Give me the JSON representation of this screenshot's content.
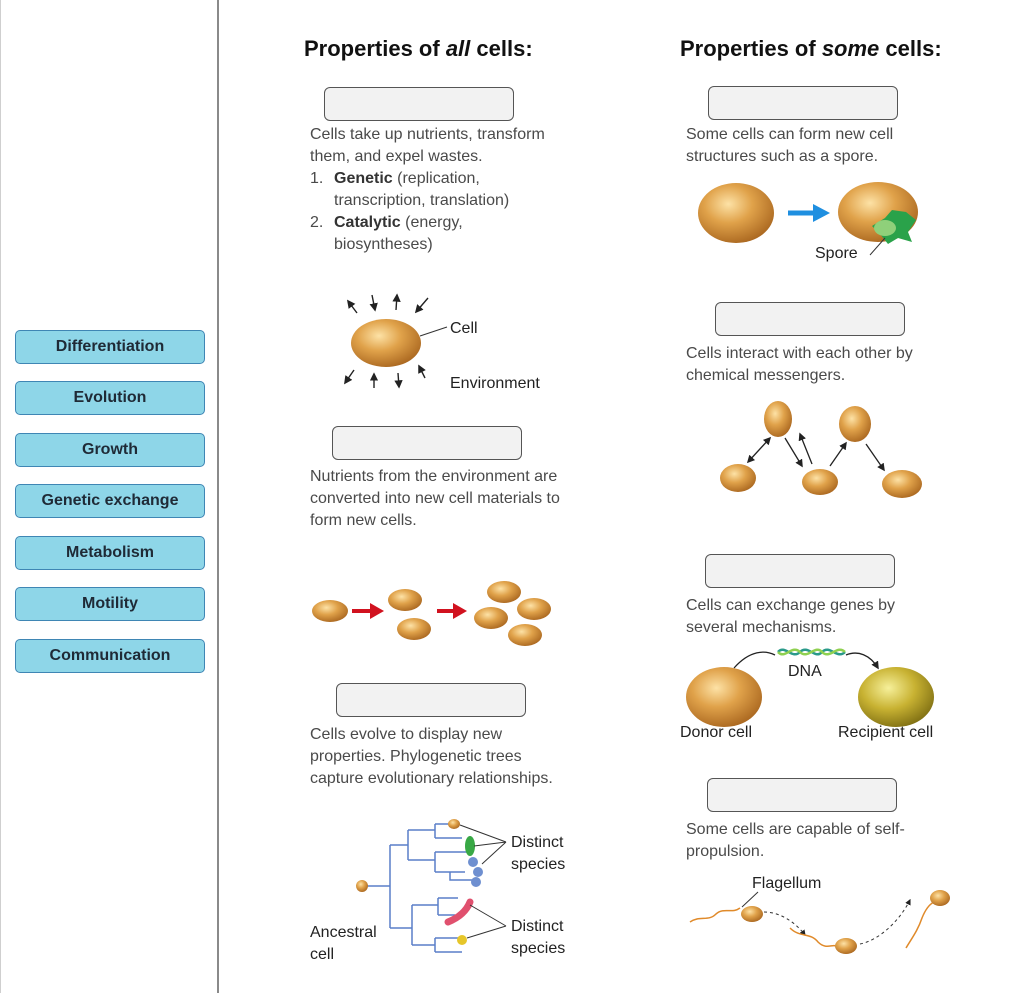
{
  "choices": [
    "Differentiation",
    "Evolution",
    "Growth",
    "Genetic exchange",
    "Metabolism",
    "Motility",
    "Communication"
  ],
  "headings": {
    "all_pre": "Properties of ",
    "all_em": "all",
    "all_post": " cells:",
    "some_pre": "Properties of ",
    "some_em": "some",
    "some_post": " cells:"
  },
  "all_cells": {
    "metabolism": {
      "text": "Cells take up nutrients, transform them, and expel wastes.",
      "item1_num": "1.",
      "item1_bold": "Genetic",
      "item1_rest": " (replication, transcription, translation)",
      "item2_num": "2.",
      "item2_bold": "Catalytic",
      "item2_rest": " (energy, biosyntheses)",
      "label_cell": "Cell",
      "label_environment": "Environment"
    },
    "growth": {
      "text": "Nutrients from the environment are converted into new cell materials to form new cells."
    },
    "evolution": {
      "text": "Cells evolve to display new properties. Phylogenetic trees capture evolutionary relationships.",
      "label_distinct_1": "Distinct species",
      "label_distinct_2": "Distinct species",
      "label_ancestral": "Ancestral cell"
    }
  },
  "some_cells": {
    "differentiation": {
      "text": "Some cells can form new cell structures such as a spore.",
      "label_spore": "Spore"
    },
    "communication": {
      "text": "Cells interact with each other by chemical messengers."
    },
    "genetic_exchange": {
      "text": "Cells can exchange genes by several mechanisms.",
      "label_dna": "DNA",
      "label_donor": "Donor cell",
      "label_recipient": "Recipient cell"
    },
    "motility": {
      "text": "Some cells are capable of self-propulsion.",
      "label_flagellum": "Flagellum"
    }
  }
}
